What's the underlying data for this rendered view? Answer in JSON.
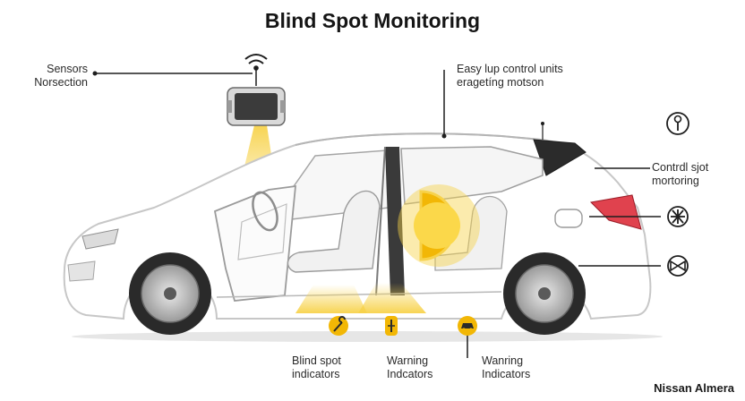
{
  "title": "Blind Spot Monitoring",
  "labels": {
    "sensors": [
      "Sensors",
      "Norsection"
    ],
    "control_units": [
      "Easy lup control units",
      "eragetíng motson"
    ],
    "control_spot": [
      "Contrdl sjot",
      "mortoring"
    ],
    "blind_spot": [
      "Blind spot",
      "indicators"
    ],
    "warning_mid": [
      "Warning",
      "Indcators"
    ],
    "warning_right": [
      "Wanring",
      "Indicators"
    ]
  },
  "brand": "Nissan Almera",
  "icons": [
    "wifi-icon",
    "sensor-module-icon",
    "key-icon",
    "snowflake-icon",
    "bowtie-icon",
    "wrench-icon",
    "indicator-icon",
    "car-icon"
  ],
  "colors": {
    "accent": "#f2b705",
    "glow": "#f7d24a",
    "line": "#1e1e1e",
    "taillight": "#e0424e"
  }
}
